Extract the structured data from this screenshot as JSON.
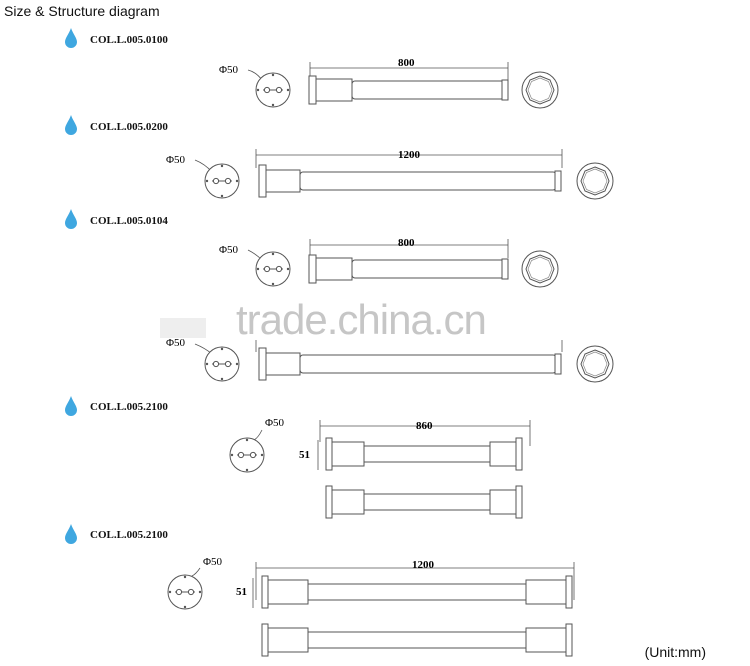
{
  "title": "Size & Structure diagram",
  "models": [
    {
      "label": "COL.L.005.0100",
      "length": "800",
      "diameter": "Φ50"
    },
    {
      "label": "COL.L.005.0200",
      "length": "1200",
      "diameter": "Φ50"
    },
    {
      "label": "COL.L.005.0104",
      "length": "800",
      "diameter": "Φ50"
    },
    {
      "diameter": "Φ50"
    },
    {
      "label": "COL.L.005.2100",
      "length": "860",
      "diameter": "Φ50",
      "height": "51"
    },
    {
      "label": "COL.L.005.2100",
      "length": "1200",
      "diameter": "Φ50",
      "height": "51"
    }
  ],
  "unit": "(Unit:mm)",
  "watermark": "trade.china.cn",
  "colors": {
    "drop": "#3fa7e0",
    "line": "#555555"
  }
}
